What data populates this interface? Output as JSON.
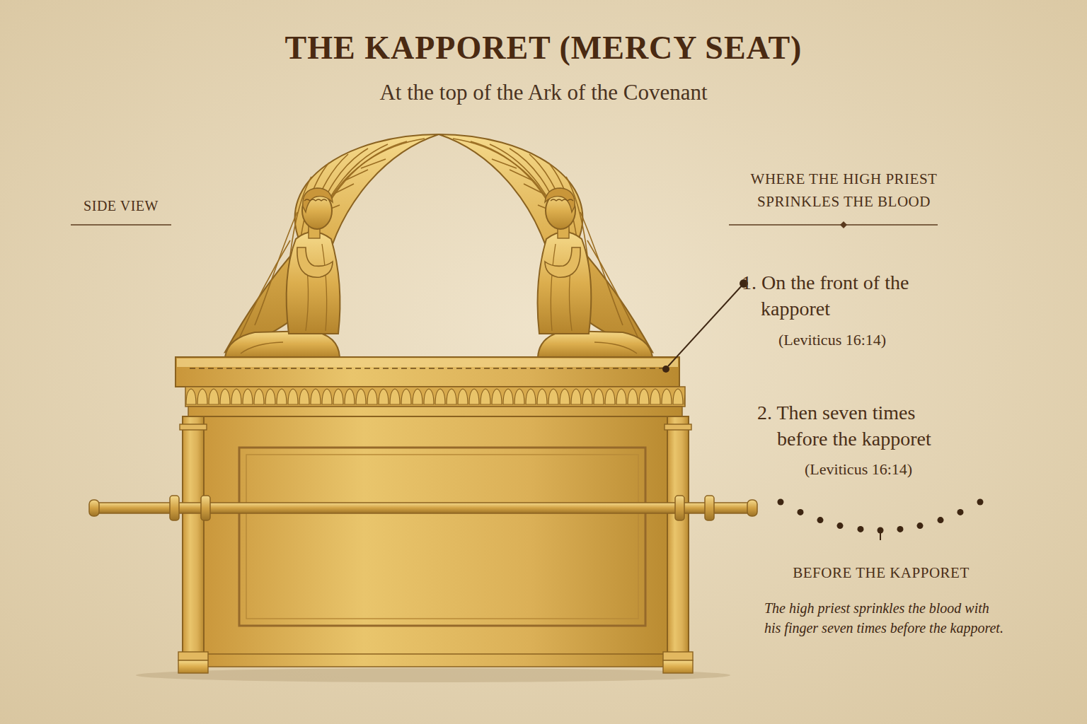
{
  "diagram": {
    "title": "THE KAPPORET (MERCY SEAT)",
    "labels": [
      "At the top of the Ark of the Covenant",
      "SIDE VIEW",
      "WHERE THE HIGH PRIEST SPRINKLES THE BLOOD",
      "1. On the front of the kapporet",
      "(Leviticus 16:14)",
      "2. Then seven times before the kapporet",
      "(Leviticus 16:14)",
      "BEFORE THE KAPPORET",
      "The high priest sprinkles the blood with his finger seven times before the kapporet."
    ]
  }
}
